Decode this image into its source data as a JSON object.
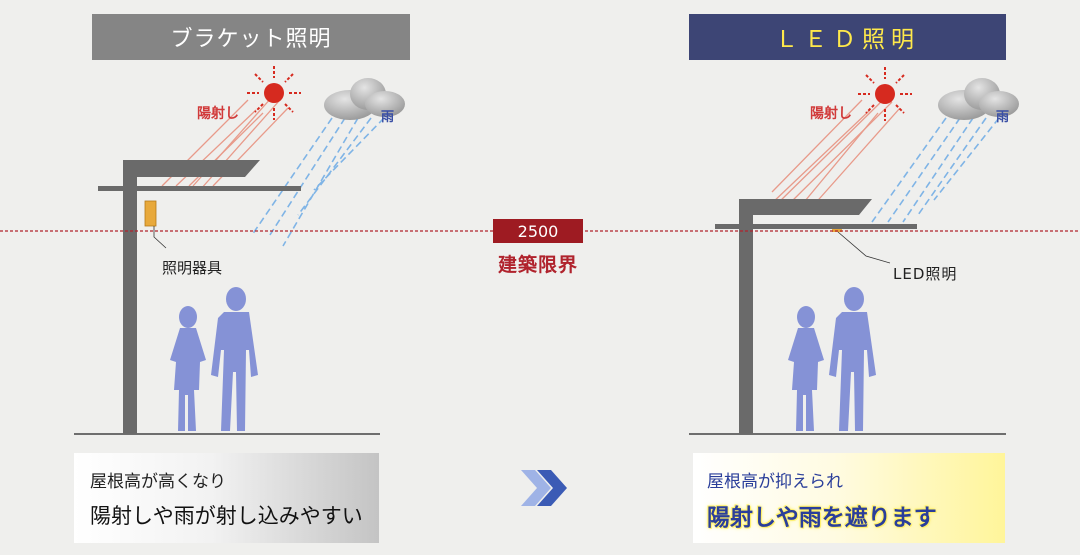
{
  "left_panel": {
    "header": "ブラケット照明",
    "sun_label": "陽射し",
    "rain_label": "雨",
    "fixture_label": "照明器具",
    "caption_line1": "屋根高が高くなり",
    "caption_line2": "陽射しや雨が射し込みやすい"
  },
  "right_panel": {
    "header": "ＬＥＤ照明",
    "sun_label": "陽射し",
    "rain_label": "雨",
    "fixture_label": "LED照明",
    "caption_line1": "屋根高が抑えられ",
    "caption_line2": "陽射しや雨を遮ります"
  },
  "center": {
    "height_value": "2500",
    "height_label": "建築限界"
  },
  "colors": {
    "left_header_bg": "#858585",
    "right_header_bg": "#3d4575",
    "right_header_text": "#ffe94a",
    "limit_line": "#b0232d",
    "sun": "#d62a1f",
    "sun_ray": "#e89a8a",
    "rain": "#7fb4e6",
    "pole": "#6a6a6a",
    "people": "#8592d6",
    "fixture_amber": "#e8a93b",
    "arrow": "#3b5bb5"
  },
  "icons": {
    "sun": "sun-icon",
    "cloud": "cloud-icon",
    "arrow": "double-chevron-right-icon",
    "people": "people-silhouette-icon"
  }
}
